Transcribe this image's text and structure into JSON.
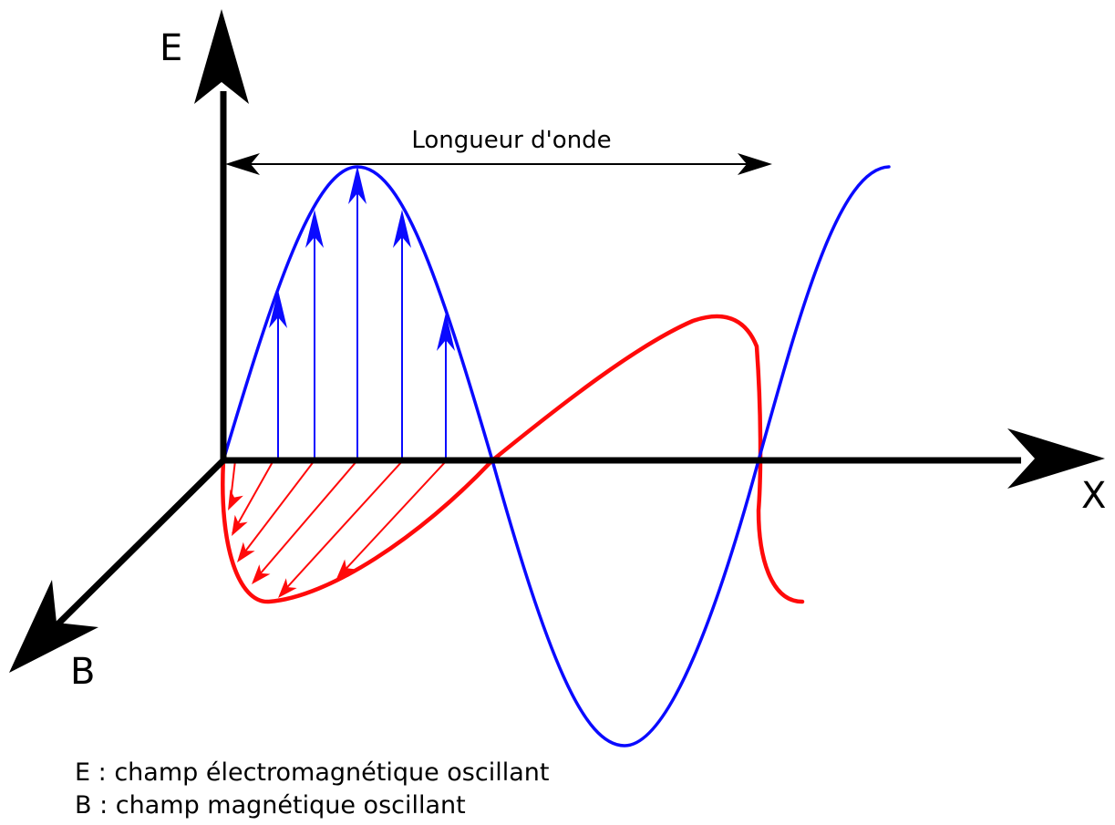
{
  "axes": {
    "e_label": "E",
    "x_label": "X",
    "b_label": "B"
  },
  "wavelength": {
    "label": "Longueur d'onde"
  },
  "legend": {
    "e_line": "E : champ électromagnétique oscillant",
    "b_line": "B : champ magnétique oscillant"
  },
  "colors": {
    "e_field": "#0a0aff",
    "b_field": "#ff0a0a",
    "axes": "#000000"
  }
}
